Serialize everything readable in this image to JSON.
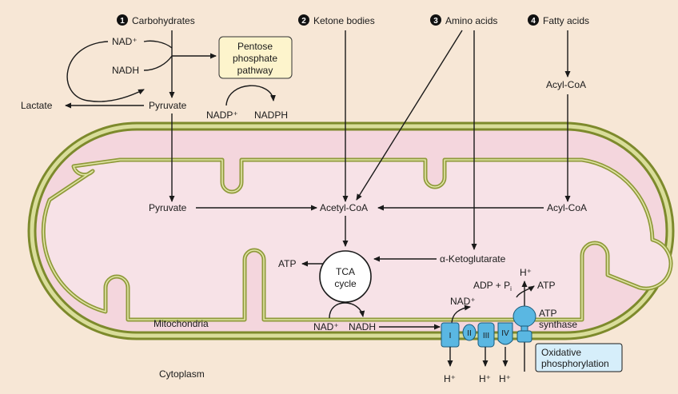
{
  "sources": {
    "carbohydrates": {
      "num": "1",
      "label": "Carbohydrates"
    },
    "ketone_bodies": {
      "num": "2",
      "label": "Ketone bodies"
    },
    "amino_acids": {
      "num": "3",
      "label": "Amino acids"
    },
    "fatty_acids": {
      "num": "4",
      "label": "Fatty acids"
    }
  },
  "cytoplasm": {
    "nad_plus": "NAD⁺",
    "nadh": "NADH",
    "lactate": "Lactate",
    "pyruvate": "Pyruvate",
    "pentose": [
      "Pentose",
      "phosphate",
      "pathway"
    ],
    "nadp_plus": "NADP⁺",
    "nadph": "NADPH",
    "acyl_coa": "Acyl-CoA",
    "region_label": "Cytoplasm"
  },
  "mitochondria": {
    "pyruvate": "Pyruvate",
    "acetyl_coa": "Acetyl-CoA",
    "acyl_coa": "Acyl-CoA",
    "alpha_ketoglutarate": "α-Ketoglutarate",
    "tca": [
      "TCA",
      "cycle"
    ],
    "atp_tca": "ATP",
    "nad_plus": "NAD⁺",
    "nadh": "NADH",
    "region_label": "Mitochondria"
  },
  "etc": {
    "nad_plus": "NAD⁺",
    "complexes": [
      "I",
      "II",
      "III",
      "IV"
    ],
    "h_plus": "H⁺",
    "adp": "ADP + P",
    "pi_sub": "i",
    "atp": "ATP",
    "atp_synthase": [
      "ATP",
      "synthase"
    ],
    "oxidative": [
      "Oxidative",
      "phosphorylation"
    ]
  },
  "colors": {
    "background": "#f7e7d6",
    "matrix": "#f4d6dd",
    "membrane": "#8f9a3a",
    "complex": "#5ab7e2",
    "pentose_box": "#fdf4cc",
    "oxphos_box": "#d6eefa"
  }
}
